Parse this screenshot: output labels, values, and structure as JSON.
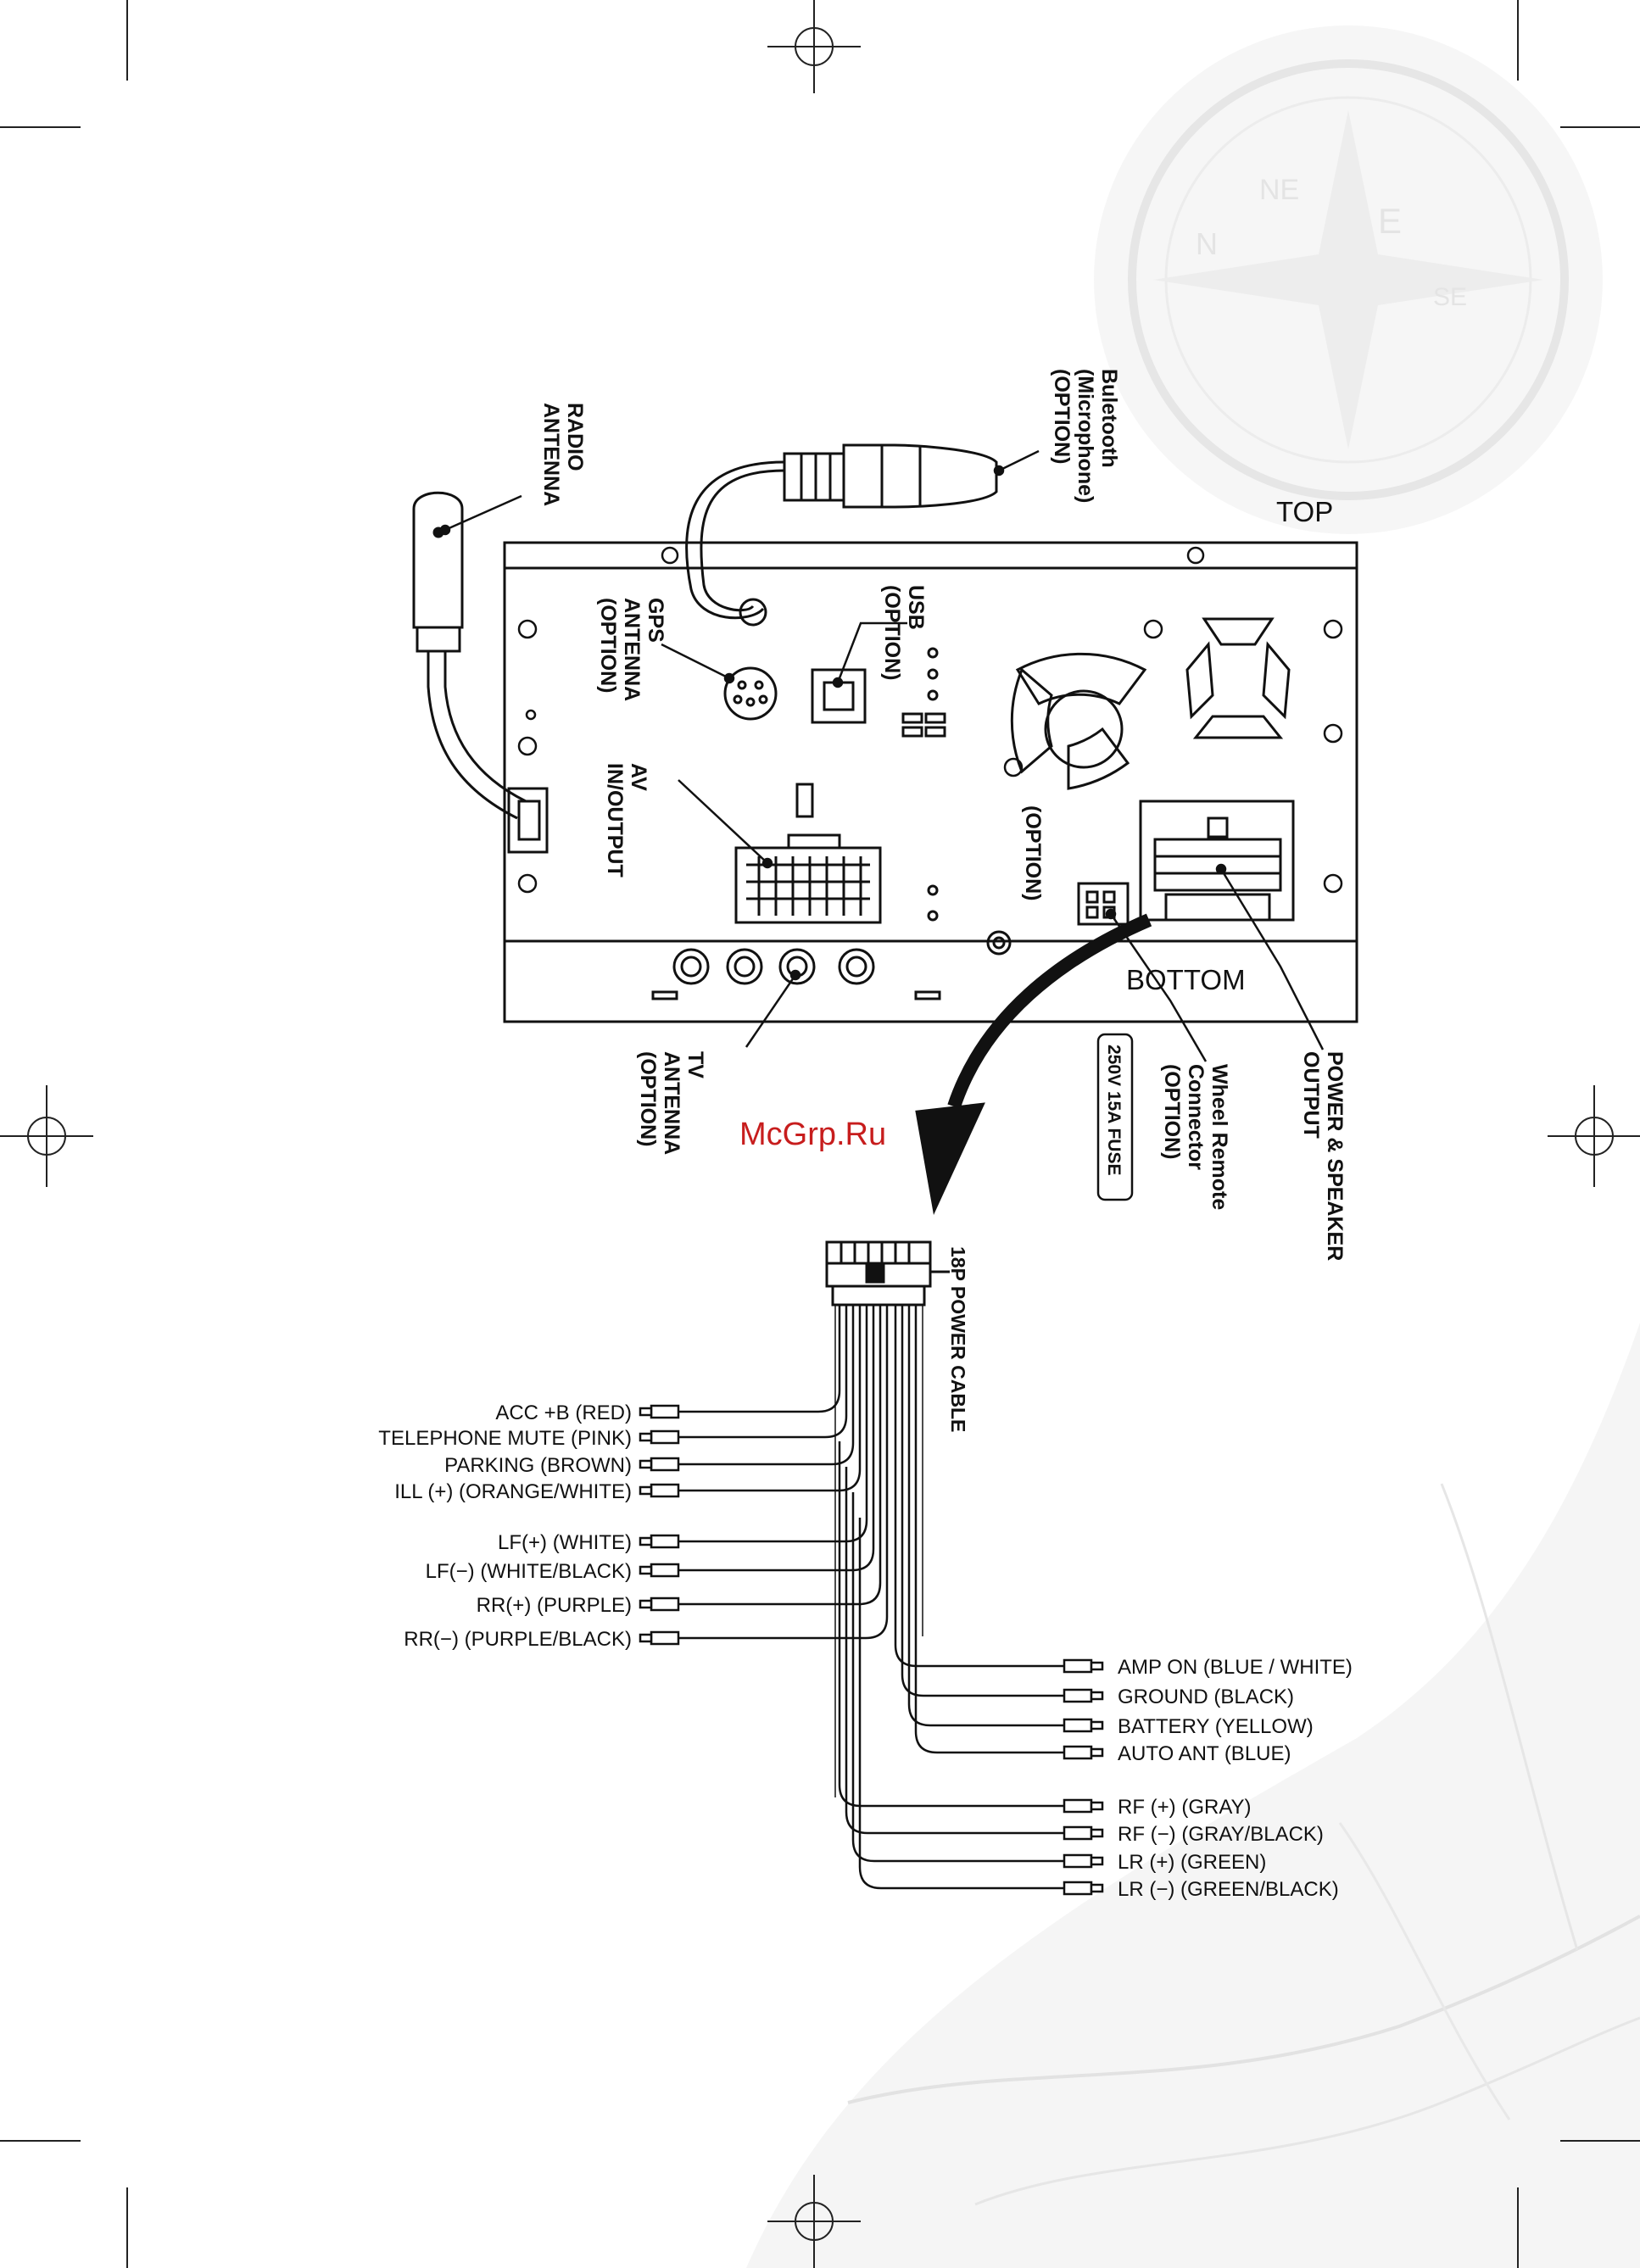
{
  "colors": {
    "line": "#111111",
    "watermark": "#c71d1d",
    "paper": "#ffffff"
  },
  "watermark": "McGrp.Ru",
  "unit_labels": {
    "top": "TOP",
    "bottom": "BOTTOM",
    "radio_antenna": [
      "RADIO",
      "ANTENNA"
    ],
    "bluetooth": [
      "Buletooth",
      "(Microphone)",
      "(OPTION)"
    ],
    "gps": [
      "GPS",
      "ANTENNA",
      "(OPTION)"
    ],
    "usb": [
      "USB",
      "(OPTION)"
    ],
    "av": [
      "AV",
      "IN/OUTPUT"
    ],
    "option": "(OPTION)",
    "tv_antenna": [
      "TV",
      "ANTENNA",
      "(OPTION)"
    ],
    "fuse": "250V 15A FUSE",
    "wheel_remote": [
      "Wheel Remote",
      "Connector",
      "(OPTION)"
    ],
    "power_speaker": [
      "POWER & SPEAKER",
      "OUTPUT"
    ],
    "power_cable": "18P POWER CABLE"
  },
  "wires_left": [
    "ACC +B  (RED)",
    "TELEPHONE MUTE (PINK)",
    "PARKING  (BROWN)",
    "ILL (+) (ORANGE/WHITE)",
    "LF(+)   (WHITE)",
    "LF(−)   (WHITE/BLACK)",
    "RR(+) (PURPLE)",
    "RR(−)   (PURPLE/BLACK)"
  ],
  "wires_right": [
    "AMP ON  (BLUE / WHITE)",
    "GROUND (BLACK)",
    "BATTERY (YELLOW)",
    "AUTO ANT (BLUE)",
    "RF (+)  (GRAY)",
    "RF (−)  (GRAY/BLACK)",
    "LR (+)  (GREEN)",
    "LR (−)  (GREEN/BLACK)"
  ]
}
